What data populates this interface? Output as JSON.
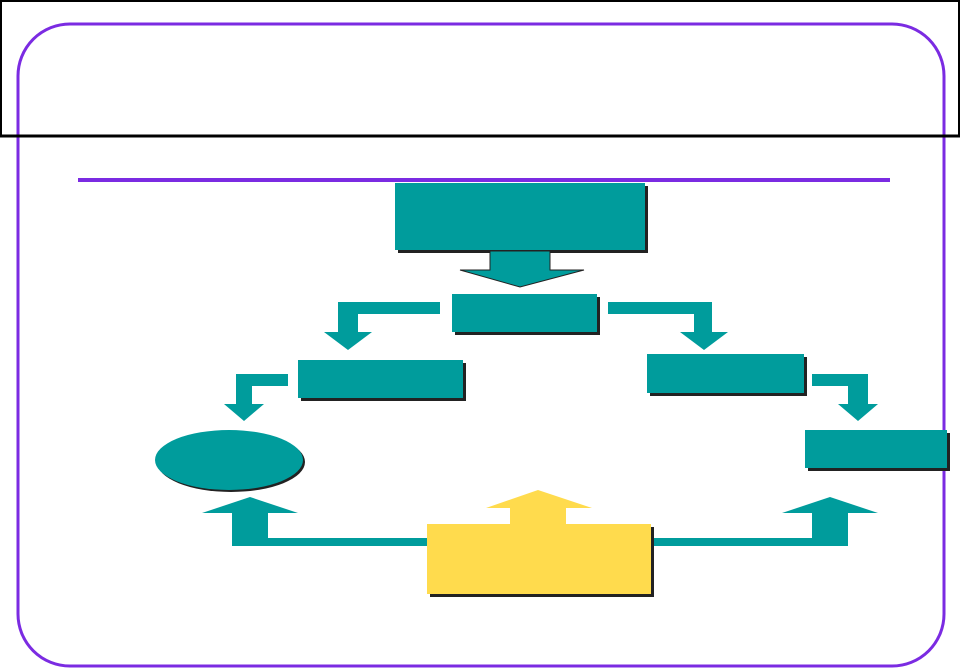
{
  "header": {
    "title": ""
  },
  "diagram": {
    "nodes": {
      "top": {
        "label": "",
        "shape": "rectangle"
      },
      "center": {
        "label": "",
        "shape": "rectangle"
      },
      "left_mid": {
        "label": "",
        "shape": "rectangle"
      },
      "right_mid": {
        "label": "",
        "shape": "rectangle"
      },
      "left_end": {
        "label": "",
        "shape": "ellipse"
      },
      "right_end": {
        "label": "",
        "shape": "rectangle"
      },
      "bottom_input": {
        "label": "",
        "shape": "rectangle"
      }
    }
  },
  "colors": {
    "frame_border": "#7B2BE2",
    "divider": "#7B2BE2",
    "node_fill": "#009C9C",
    "arrow_fill": "#009C9C",
    "accent_fill": "#FFDB4D",
    "shadow": "#222222",
    "header_rule": "#000000"
  }
}
